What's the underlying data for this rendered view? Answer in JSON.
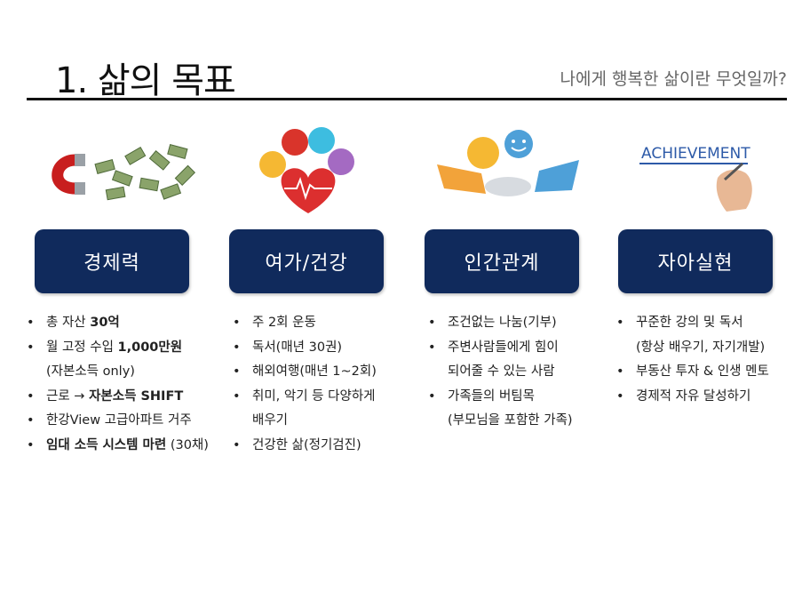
{
  "header": {
    "title": "1. 삶의 목표",
    "subtitle": "나에게 행복한 삶이란 무엇일까?"
  },
  "columns": [
    {
      "label": "경제력",
      "icon": "magnet-money-icon",
      "items": [
        {
          "parts": [
            {
              "t": "총 자산 ",
              "b": false
            },
            {
              "t": "30억",
              "b": true
            }
          ],
          "bullet": true
        },
        {
          "parts": [
            {
              "t": "월 고정 수입 ",
              "b": false
            },
            {
              "t": "1,000만원",
              "b": true
            }
          ],
          "bullet": true
        },
        {
          "parts": [
            {
              "t": "(자본소득 only)",
              "b": false
            }
          ],
          "bullet": false
        },
        {
          "parts": [
            {
              "t": "근로 → ",
              "b": false
            },
            {
              "t": "자본소득 SHIFT",
              "b": true
            }
          ],
          "bullet": true
        },
        {
          "parts": [
            {
              "t": "한강View  고급아파트 거주",
              "b": false
            }
          ],
          "bullet": true
        },
        {
          "parts": [
            {
              "t": "임대 소득 시스템 마련",
              "b": true
            },
            {
              "t": " (30채)",
              "b": false
            }
          ],
          "bullet": true
        }
      ]
    },
    {
      "label": "여가/건강",
      "icon": "heart-health-icon",
      "items": [
        {
          "parts": [
            {
              "t": "주 2회 운동",
              "b": false
            }
          ],
          "bullet": true
        },
        {
          "parts": [
            {
              "t": "독서(매년 30권)",
              "b": false
            }
          ],
          "bullet": true
        },
        {
          "parts": [
            {
              "t": "해외여행(매년 1~2회)",
              "b": false
            }
          ],
          "bullet": true
        },
        {
          "parts": [
            {
              "t": "취미, 악기 등 다양하게",
              "b": false
            }
          ],
          "bullet": true
        },
        {
          "parts": [
            {
              "t": "배우기",
              "b": false
            }
          ],
          "bullet": false
        },
        {
          "parts": [
            {
              "t": "건강한 삶(정기검진)",
              "b": false
            }
          ],
          "bullet": true
        }
      ]
    },
    {
      "label": "인간관계",
      "icon": "handshake-icon",
      "items": [
        {
          "parts": [
            {
              "t": "조건없는 나눔(기부)",
              "b": false
            }
          ],
          "bullet": true
        },
        {
          "parts": [
            {
              "t": "주변사람들에게  힘이",
              "b": false
            }
          ],
          "bullet": true
        },
        {
          "parts": [
            {
              "t": "되어줄 수 있는 사람",
              "b": false
            }
          ],
          "bullet": false
        },
        {
          "parts": [
            {
              "t": "가족들의 버팀목",
              "b": false
            }
          ],
          "bullet": true
        },
        {
          "parts": [
            {
              "t": "(부모님을 포함한 가족)",
              "b": false
            }
          ],
          "bullet": false
        }
      ]
    },
    {
      "label": "자아실현",
      "icon": "achievement-icon",
      "icon_text": "ACHIEVEMENT",
      "items": [
        {
          "parts": [
            {
              "t": "꾸준한 강의 및 독서",
              "b": false
            }
          ],
          "bullet": true
        },
        {
          "parts": [
            {
              "t": "(항상 배우기, 자기개발)",
              "b": false
            }
          ],
          "bullet": false
        },
        {
          "parts": [
            {
              "t": "부동산 투자 & 인생 멘토",
              "b": false
            }
          ],
          "bullet": true
        },
        {
          "parts": [
            {
              "t": "경제적 자유 달성하기",
              "b": false
            }
          ],
          "bullet": true
        }
      ]
    }
  ]
}
